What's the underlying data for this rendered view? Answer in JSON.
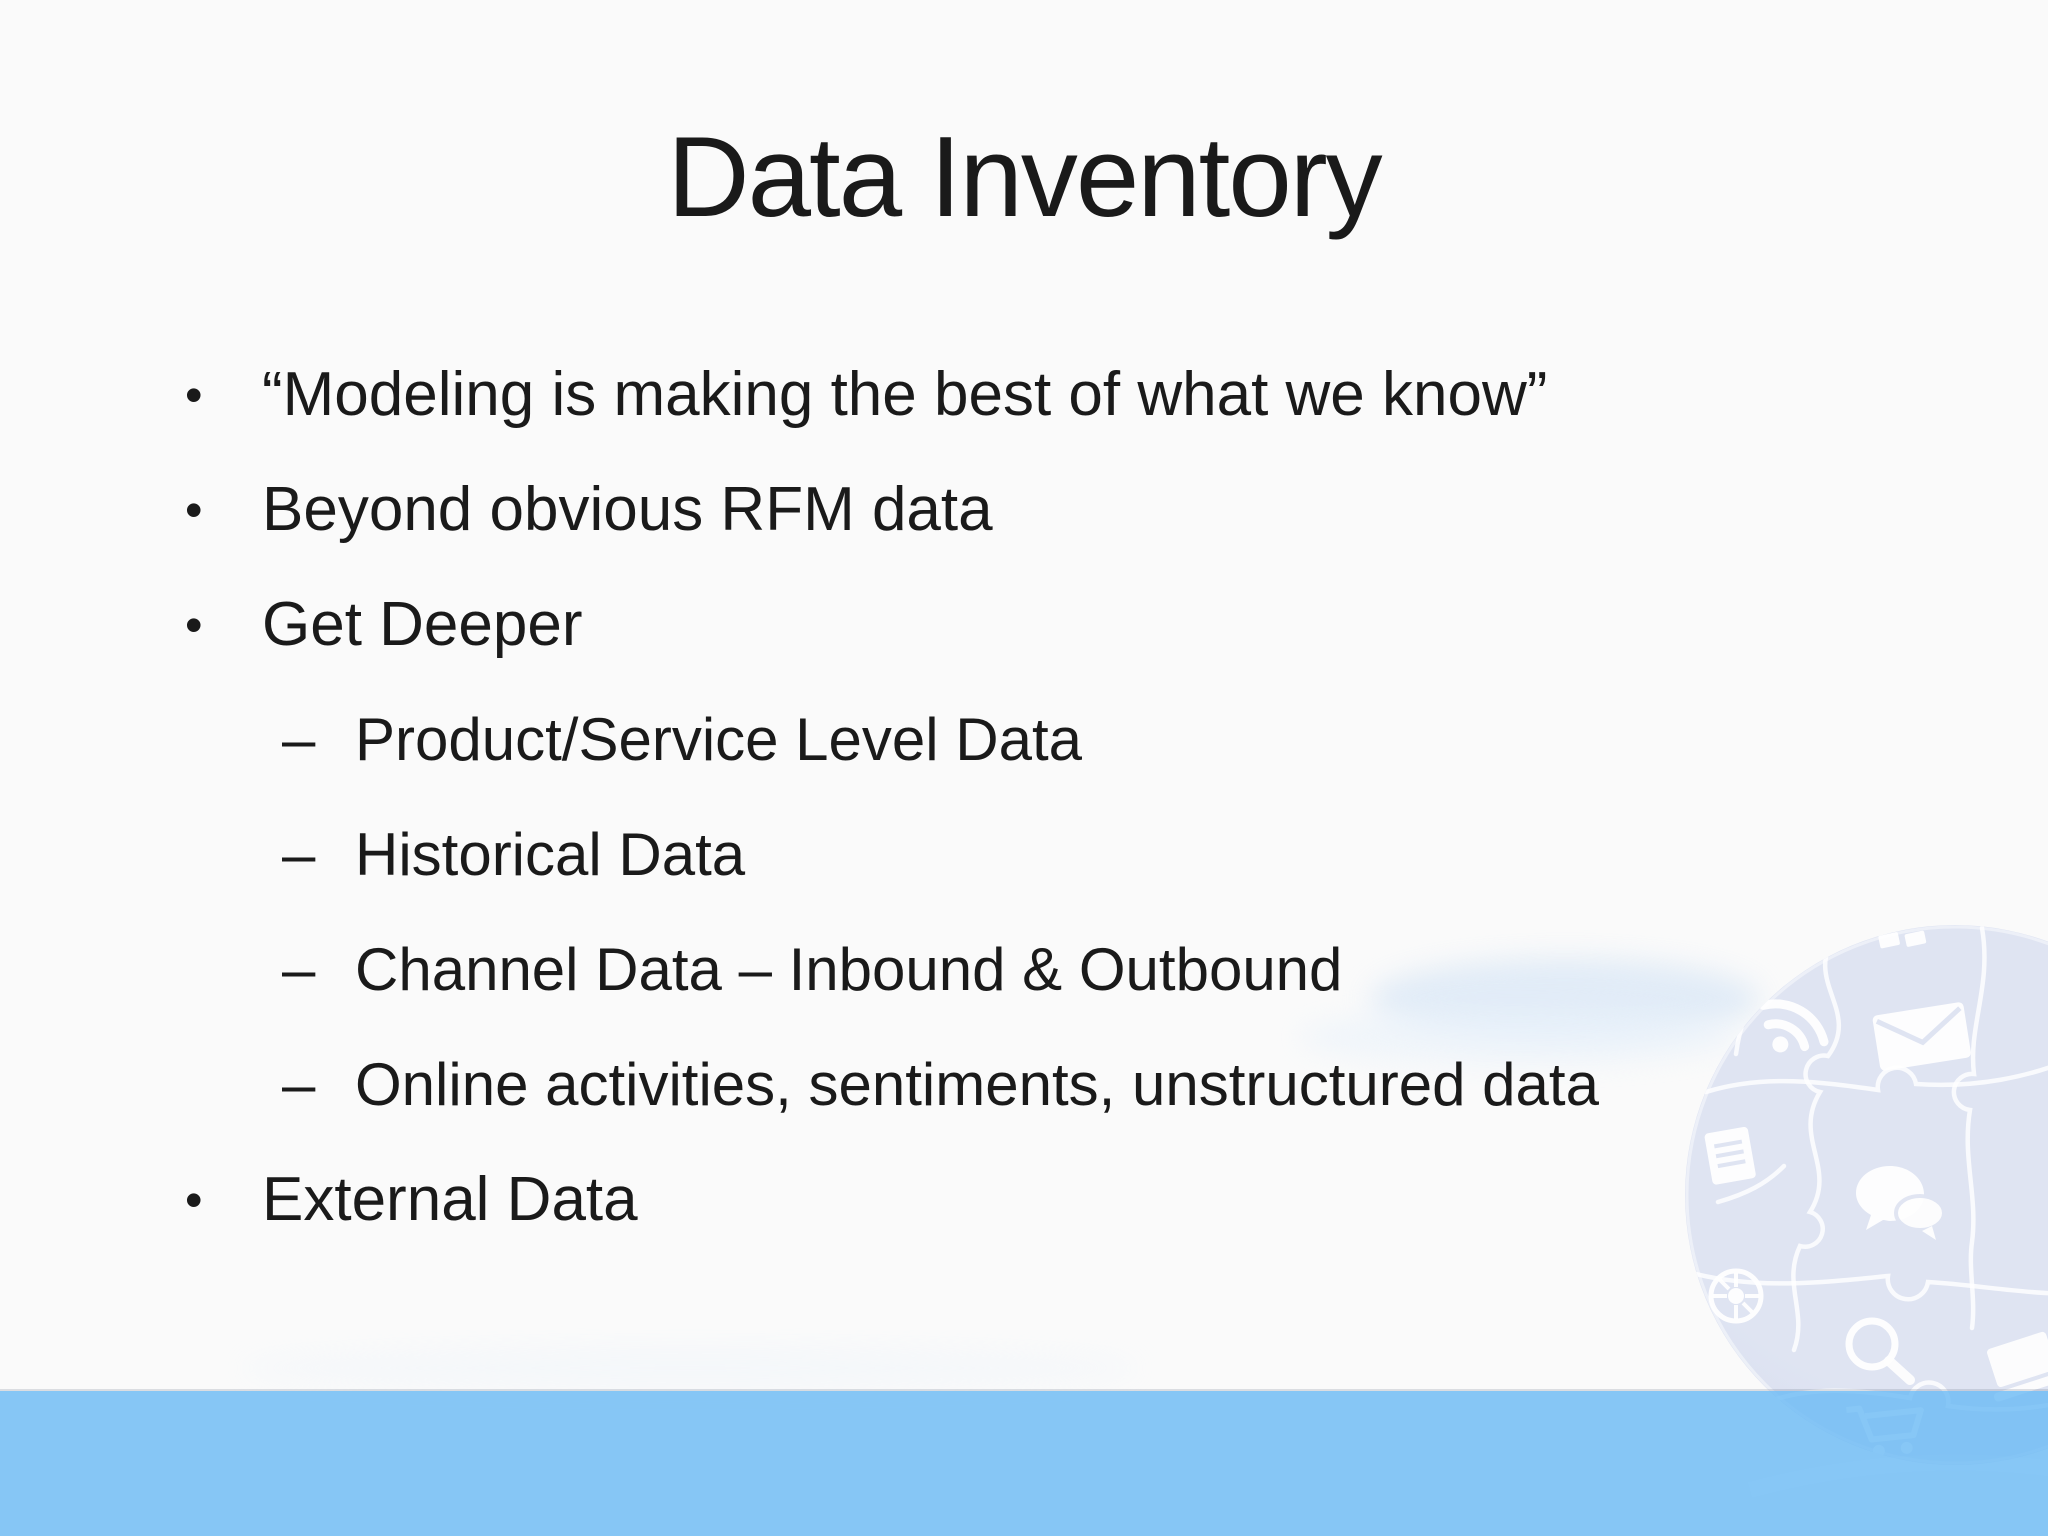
{
  "slide": {
    "title": "Data Inventory",
    "bullets": [
      {
        "level": 1,
        "marker": "•",
        "text": "“Modeling is making the best of what we know”"
      },
      {
        "level": 1,
        "marker": "•",
        "text": "Beyond obvious RFM data"
      },
      {
        "level": 1,
        "marker": "•",
        "text": "Get Deeper"
      },
      {
        "level": 2,
        "marker": "–",
        "text": "Product/Service Level Data"
      },
      {
        "level": 2,
        "marker": "–",
        "text": "Historical Data"
      },
      {
        "level": 2,
        "marker": "–",
        "text": "Channel Data – Inbound & Outbound"
      },
      {
        "level": 2,
        "marker": "–",
        "text": "Online activities, sentiments, unstructured data"
      },
      {
        "level": 1,
        "marker": "•",
        "text": "External Data"
      }
    ],
    "colors": {
      "background": "#fafafa",
      "text": "#1a1a1a",
      "footer_bar": "#87c7f6",
      "footer_bar_rgba": "rgba(108,187,244,0.82)",
      "globe_fill": "#dfe4f2",
      "globe_fill_edge": "#d4dcee",
      "puzzle_line": "#ffffff",
      "swoosh": "#d9e7f6",
      "swoosh_light": "#e9f2fb"
    },
    "decorations": {
      "globe_graphic": "jigsaw-puzzle-globe-watermark",
      "icons": [
        "send-icon",
        "rss-icon",
        "envelope-icon",
        "document-icon",
        "chat-bubbles-icon",
        "wheel-icon",
        "magnifier-icon",
        "laptop-icon",
        "cart-icon"
      ]
    }
  }
}
